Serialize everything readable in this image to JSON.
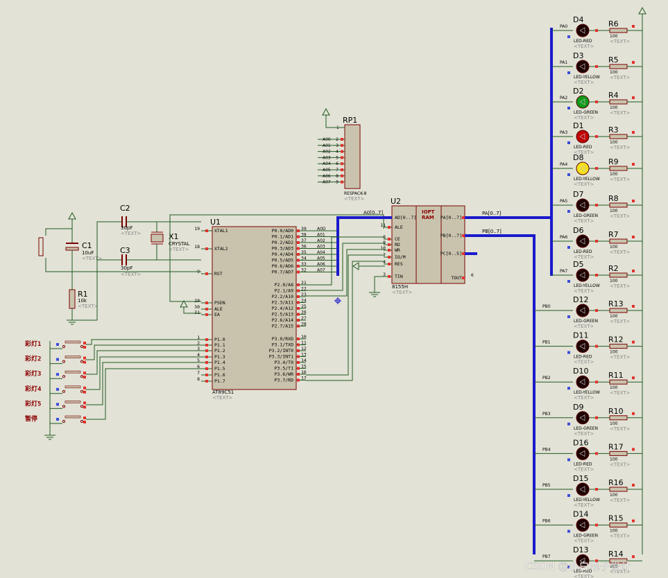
{
  "u1": {
    "ref": "U1",
    "part": "AT89C51",
    "text": "<TEXT>",
    "left_pins": [
      {
        "num": "19",
        "name": "XTAL1"
      },
      {
        "num": "18",
        "name": "XTAL2"
      },
      {
        "num": "9",
        "name": "RST"
      },
      {
        "num": "29",
        "name": "PSEN"
      },
      {
        "num": "30",
        "name": "ALE"
      },
      {
        "num": "31",
        "name": "EA"
      },
      {
        "num": "1",
        "name": "P1.0"
      },
      {
        "num": "2",
        "name": "P1.1"
      },
      {
        "num": "3",
        "name": "P1.2"
      },
      {
        "num": "4",
        "name": "P1.3"
      },
      {
        "num": "5",
        "name": "P1.4"
      },
      {
        "num": "6",
        "name": "P1.5"
      },
      {
        "num": "7",
        "name": "P1.6"
      },
      {
        "num": "8",
        "name": "P1.7"
      }
    ],
    "right_pins": [
      {
        "num": "39",
        "name": "P0.0/AD0"
      },
      {
        "num": "38",
        "name": "P0.1/AD1"
      },
      {
        "num": "37",
        "name": "P0.2/AD2"
      },
      {
        "num": "36",
        "name": "P0.3/AD3"
      },
      {
        "num": "35",
        "name": "P0.4/AD4"
      },
      {
        "num": "34",
        "name": "P0.5/AD5"
      },
      {
        "num": "33",
        "name": "P0.6/AD6"
      },
      {
        "num": "32",
        "name": "P0.7/AD7"
      },
      {
        "num": "21",
        "name": "P2.0/A8"
      },
      {
        "num": "22",
        "name": "P2.1/A9"
      },
      {
        "num": "23",
        "name": "P2.2/A10"
      },
      {
        "num": "24",
        "name": "P2.3/A11"
      },
      {
        "num": "25",
        "name": "P2.4/A12"
      },
      {
        "num": "26",
        "name": "P2.5/A13"
      },
      {
        "num": "27",
        "name": "P2.6/A14"
      },
      {
        "num": "28",
        "name": "P2.7/A15"
      },
      {
        "num": "10",
        "name": "P3.0/RXD"
      },
      {
        "num": "11",
        "name": "P3.1/TXD"
      },
      {
        "num": "12",
        "name": "P3.2/INT0"
      },
      {
        "num": "13",
        "name": "P3.3/INT1"
      },
      {
        "num": "14",
        "name": "P3.4/T0"
      },
      {
        "num": "15",
        "name": "P3.5/T1"
      },
      {
        "num": "16",
        "name": "P3.6/WR"
      },
      {
        "num": "17",
        "name": "P3.7/RD"
      }
    ],
    "ad_labels": [
      "A0D",
      "A01",
      "A02",
      "A03",
      "A04",
      "A05",
      "A06",
      "A07"
    ]
  },
  "u2": {
    "ref": "U2",
    "part": "8155H",
    "text": "<TEXT>",
    "title1": "IOPT",
    "title2": "RAM",
    "left_pins": [
      {
        "num": "",
        "name": "AD[0..7]"
      },
      {
        "num": "11",
        "name": "ALE"
      },
      {
        "num": "8",
        "name": "CE"
      },
      {
        "num": "9",
        "name": "RD"
      },
      {
        "num": "10",
        "name": "WR"
      },
      {
        "num": "7",
        "name": "IO/M"
      },
      {
        "num": "4",
        "name": "RES"
      },
      {
        "num": "3",
        "name": "TIN"
      }
    ],
    "right_pins": [
      {
        "name": "PA[0..7]"
      },
      {
        "name": "PB[0..7]"
      },
      {
        "name": "PC[0..5]"
      },
      {
        "name": "TOUT"
      }
    ],
    "tout_num": "6",
    "bus_in": "A0[0..7]",
    "bus_pa": "PA[0..7]",
    "bus_pb": "PB[0..7]"
  },
  "rp1": {
    "ref": "RP1",
    "part": "RESPACK-8",
    "text": "<TEXT>",
    "pin1": "1",
    "pins": [
      {
        "num": "2",
        "net": "A00"
      },
      {
        "num": "3",
        "net": "A01"
      },
      {
        "num": "4",
        "net": "A02"
      },
      {
        "num": "5",
        "net": "A03"
      },
      {
        "num": "6",
        "net": "A04"
      },
      {
        "num": "7",
        "net": "A05"
      },
      {
        "num": "8",
        "net": "A06"
      },
      {
        "num": "9",
        "net": "A07"
      }
    ]
  },
  "c1": {
    "ref": "C1",
    "value": "10uF",
    "text": "<TEXT>"
  },
  "c2": {
    "ref": "C2",
    "value": "30pF",
    "text": "<TEXT>"
  },
  "c3": {
    "ref": "C3",
    "value": "30pF",
    "text": "<TEXT>"
  },
  "x1": {
    "ref": "X1",
    "value": "CRYSTAL",
    "text": "<TEXT>"
  },
  "r1": {
    "ref": "R1",
    "value": "10k",
    "text": "<TEXT>"
  },
  "switches": [
    "彩灯1",
    "彩灯2",
    "彩灯3",
    "彩灯4",
    "彩灯5",
    "暂停"
  ],
  "leds": [
    {
      "ref": "D4",
      "type": "LED-RED",
      "net": "PA0",
      "color": "#1e0000",
      "r": "R6"
    },
    {
      "ref": "D3",
      "type": "LED-YELLOW",
      "net": "PA1",
      "color": "#1e0000",
      "r": "R5"
    },
    {
      "ref": "D2",
      "type": "LED-GREEN",
      "net": "PA2",
      "color": "#0f9a1a",
      "r": "R4"
    },
    {
      "ref": "D1",
      "type": "LED-RED",
      "net": "PA3",
      "color": "#c00000",
      "r": "R3"
    },
    {
      "ref": "D8",
      "type": "LED-YELLOW",
      "net": "PA4",
      "color": "#f6e21a",
      "r": "R9"
    },
    {
      "ref": "D7",
      "type": "LED-GREEN",
      "net": "PA5",
      "color": "#1e0000",
      "r": "R8"
    },
    {
      "ref": "D6",
      "type": "LED-RED",
      "net": "PA6",
      "color": "#1e0000",
      "r": "R7"
    },
    {
      "ref": "D5",
      "type": "LED-YELLOW",
      "net": "PA7",
      "color": "#1e0000",
      "r": "R2"
    },
    {
      "ref": "D12",
      "type": "LED-GREEN",
      "net": "PB0",
      "color": "#1e0000",
      "r": "R13"
    },
    {
      "ref": "D11",
      "type": "LED-RED",
      "net": "PB1",
      "color": "#1e0000",
      "r": "R12"
    },
    {
      "ref": "D10",
      "type": "LED-YELLOW",
      "net": "PB2",
      "color": "#1e0000",
      "r": "R11"
    },
    {
      "ref": "D9",
      "type": "LED-GREEN",
      "net": "PB3",
      "color": "#1e0000",
      "r": "R10"
    },
    {
      "ref": "D16",
      "type": "LED-RED",
      "net": "PB4",
      "color": "#1e0000",
      "r": "R17"
    },
    {
      "ref": "D15",
      "type": "LED-YELLOW",
      "net": "PB5",
      "color": "#1e0000",
      "r": "R16"
    },
    {
      "ref": "D14",
      "type": "LED-GREEN",
      "net": "PB6",
      "color": "#1e0000",
      "r": "R15"
    },
    {
      "ref": "D13",
      "type": "LED-RED",
      "net": "PB7",
      "color": "#1e0000",
      "r": "R14"
    }
  ],
  "res_value": "100",
  "text_placeholder": "<TEXT>",
  "watermark": "CSDN @小白电子设计",
  "colors": {
    "wire": "#1f5a1f",
    "bus": "#1a1acc",
    "part_fill": "#c9c3ad",
    "part_border": "#7a0000",
    "pin_red": "#e2322d",
    "pin_blue": "#3a4cd8"
  }
}
